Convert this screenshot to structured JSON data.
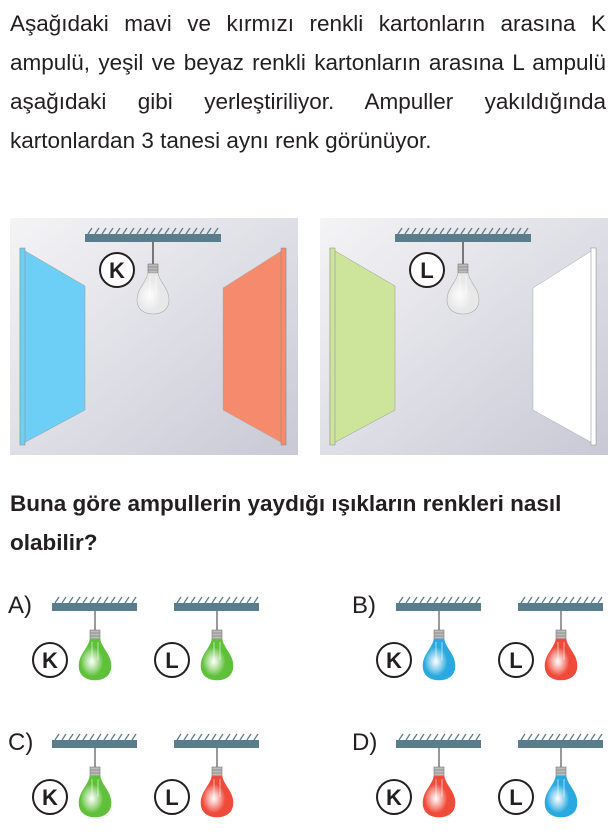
{
  "question": {
    "paragraph": "Aşağıdaki mavi ve kırmızı renkli kartonların arasına K ampulü, yeşil ve beyaz renkli kartonların arasına L ampulü aşağıdaki gibi yerleştiriliyor. Ampuller yakıldığında kartonlardan 3 tanesi aynı renk görünüyor.",
    "prompt": "Buna göre ampullerin yaydığı ışıkların renkleri nasıl olabilir?"
  },
  "figures": [
    {
      "bulb_label": "K",
      "left_card": "#6dcff6",
      "right_card": "#f58b6c"
    },
    {
      "bulb_label": "L",
      "left_card": "#cde59a",
      "right_card": "#ffffff"
    }
  ],
  "options": [
    {
      "letter": "A)",
      "bulbs": [
        {
          "label": "K",
          "color": "#5fc13a"
        },
        {
          "label": "L",
          "color": "#5fc13a"
        }
      ]
    },
    {
      "letter": "B)",
      "bulbs": [
        {
          "label": "K",
          "color": "#29a9df"
        },
        {
          "label": "L",
          "color": "#ef4a3a"
        }
      ]
    },
    {
      "letter": "C)",
      "bulbs": [
        {
          "label": "K",
          "color": "#5fc13a"
        },
        {
          "label": "L",
          "color": "#ef4a3a"
        }
      ]
    },
    {
      "letter": "D)",
      "bulbs": [
        {
          "label": "K",
          "color": "#ef4a3a"
        },
        {
          "label": "L",
          "color": "#29a9df"
        }
      ]
    }
  ]
}
